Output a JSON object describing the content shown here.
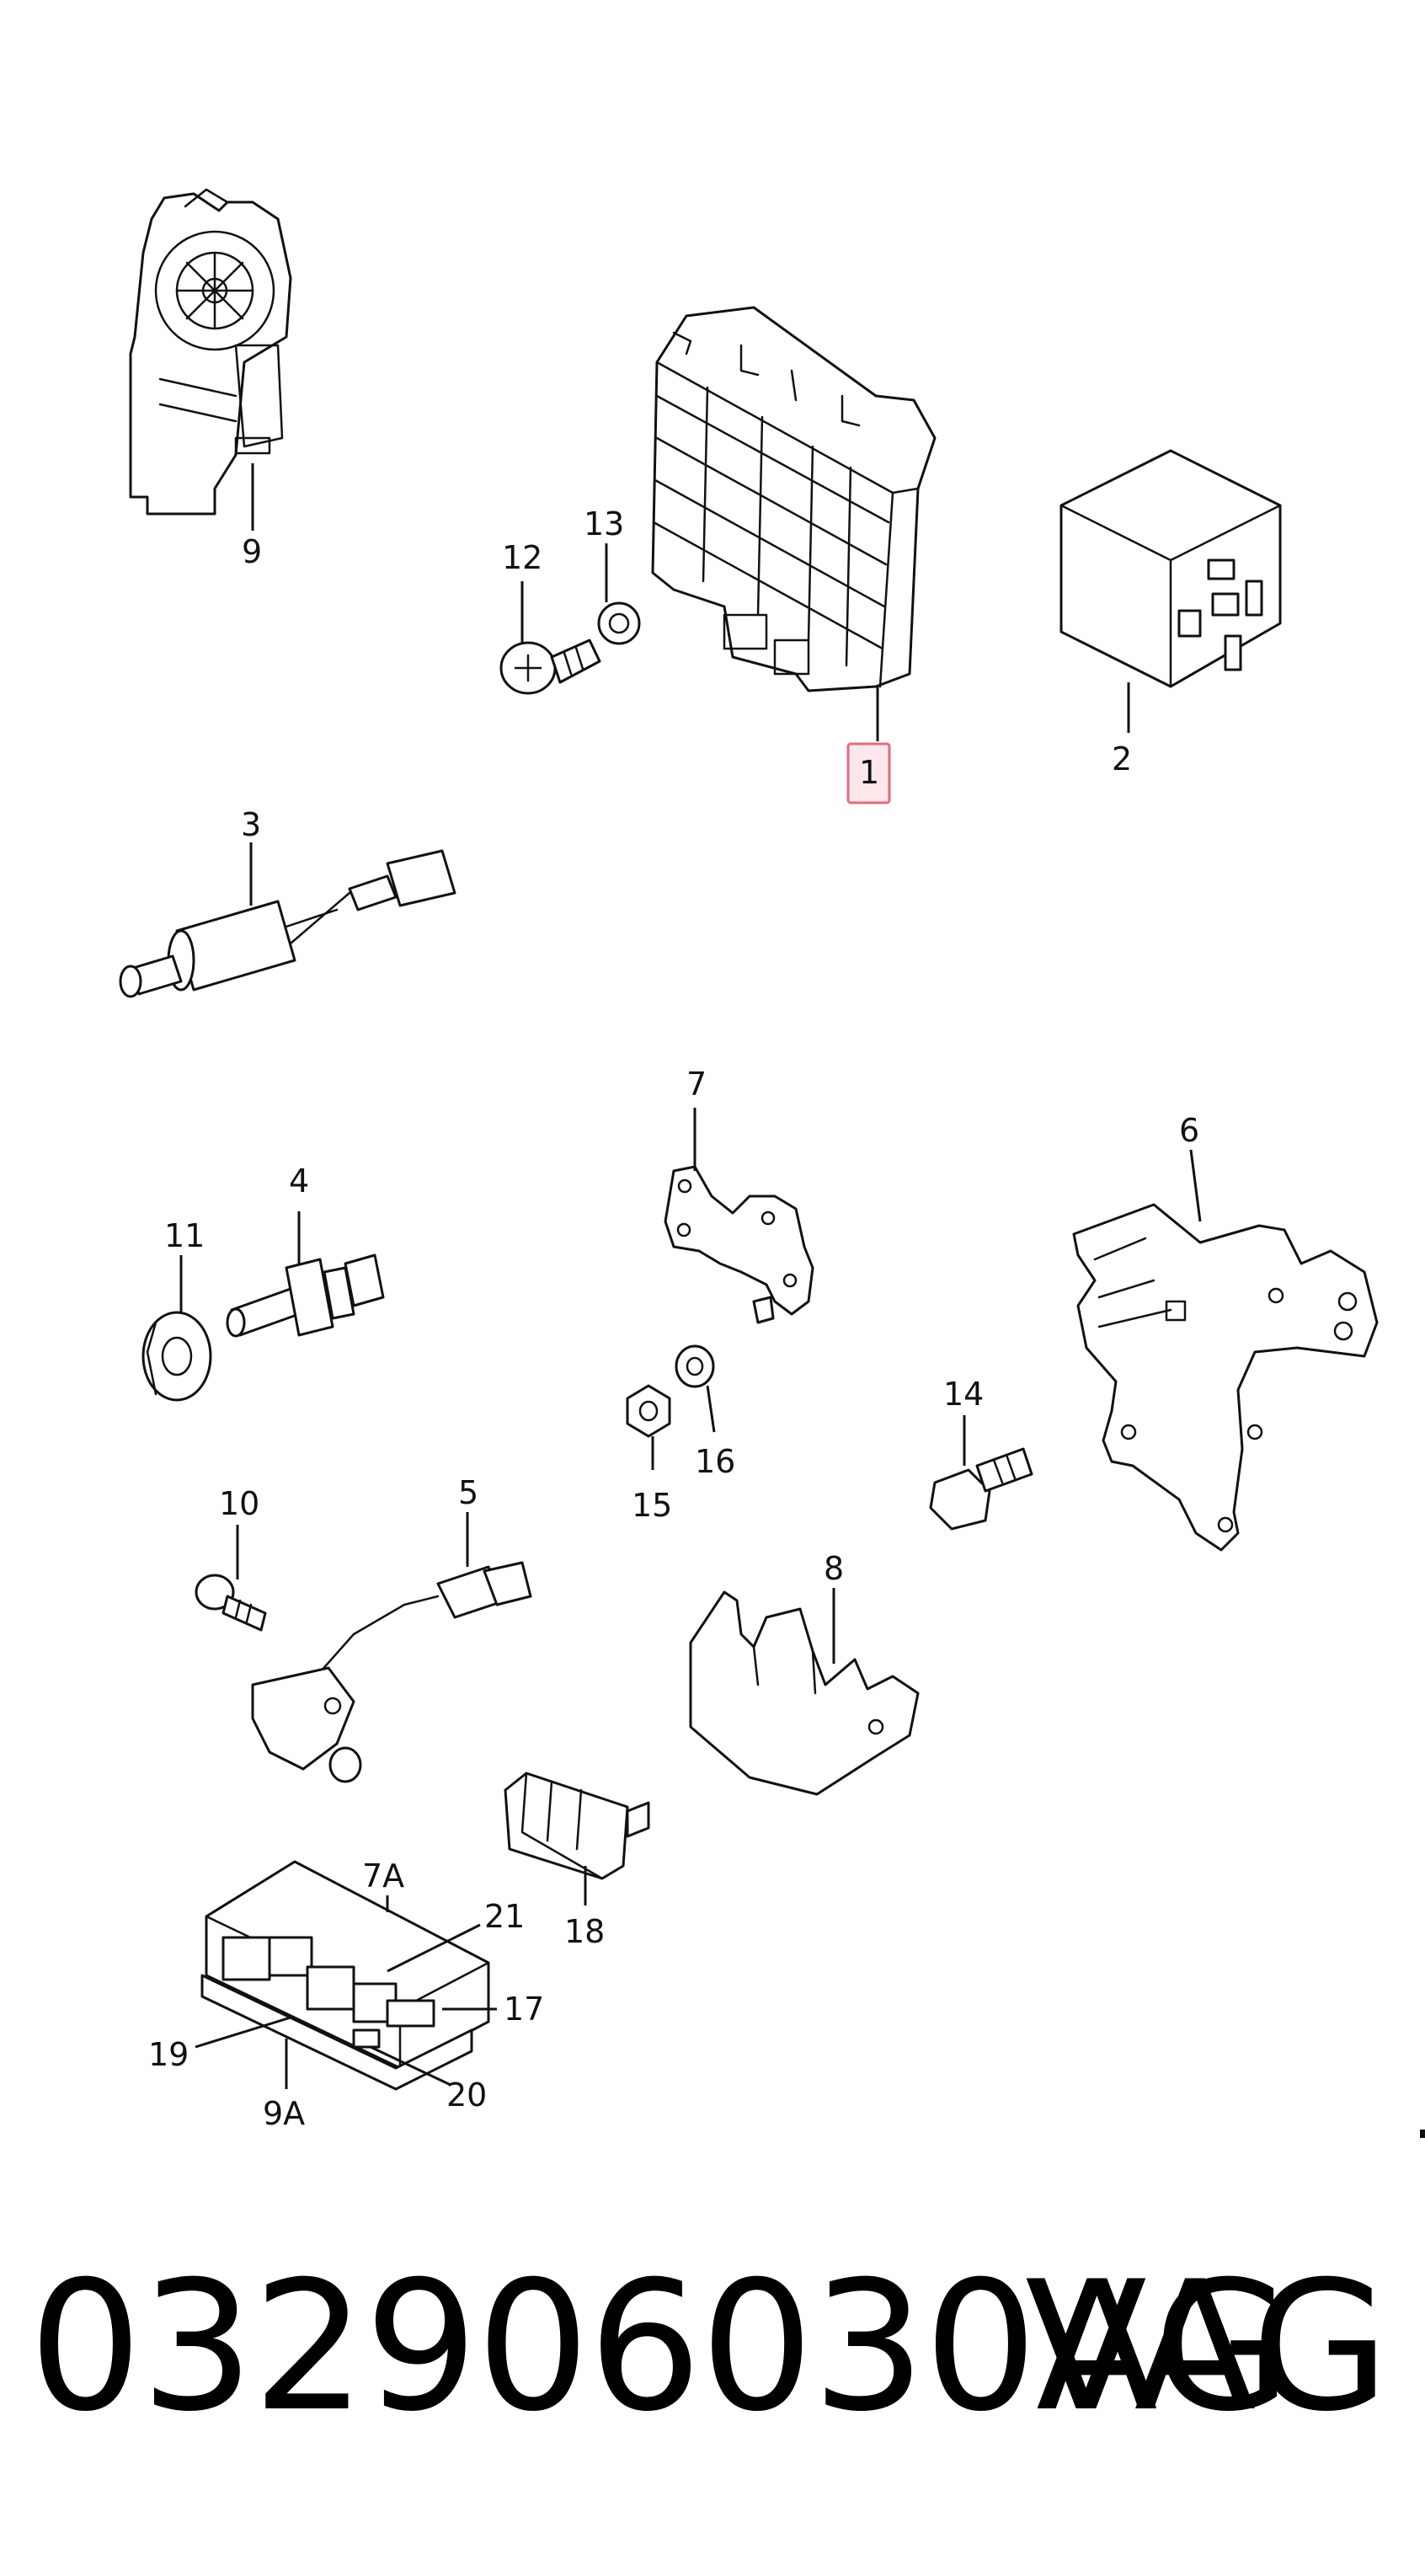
{
  "diagram": {
    "highlighted_callout": "1",
    "callouts": [
      "1",
      "2",
      "3",
      "4",
      "5",
      "6",
      "7",
      "8",
      "9",
      "10",
      "11",
      "12",
      "13",
      "14",
      "15",
      "16",
      "17",
      "18",
      "19",
      "20",
      "21",
      "7A",
      "9A"
    ]
  },
  "footer": {
    "part_number": "032906030AG",
    "brand": "VAG"
  },
  "colors": {
    "highlight_fill": "#fde7ea",
    "highlight_border": "#e06d7d",
    "line": "#111111"
  }
}
